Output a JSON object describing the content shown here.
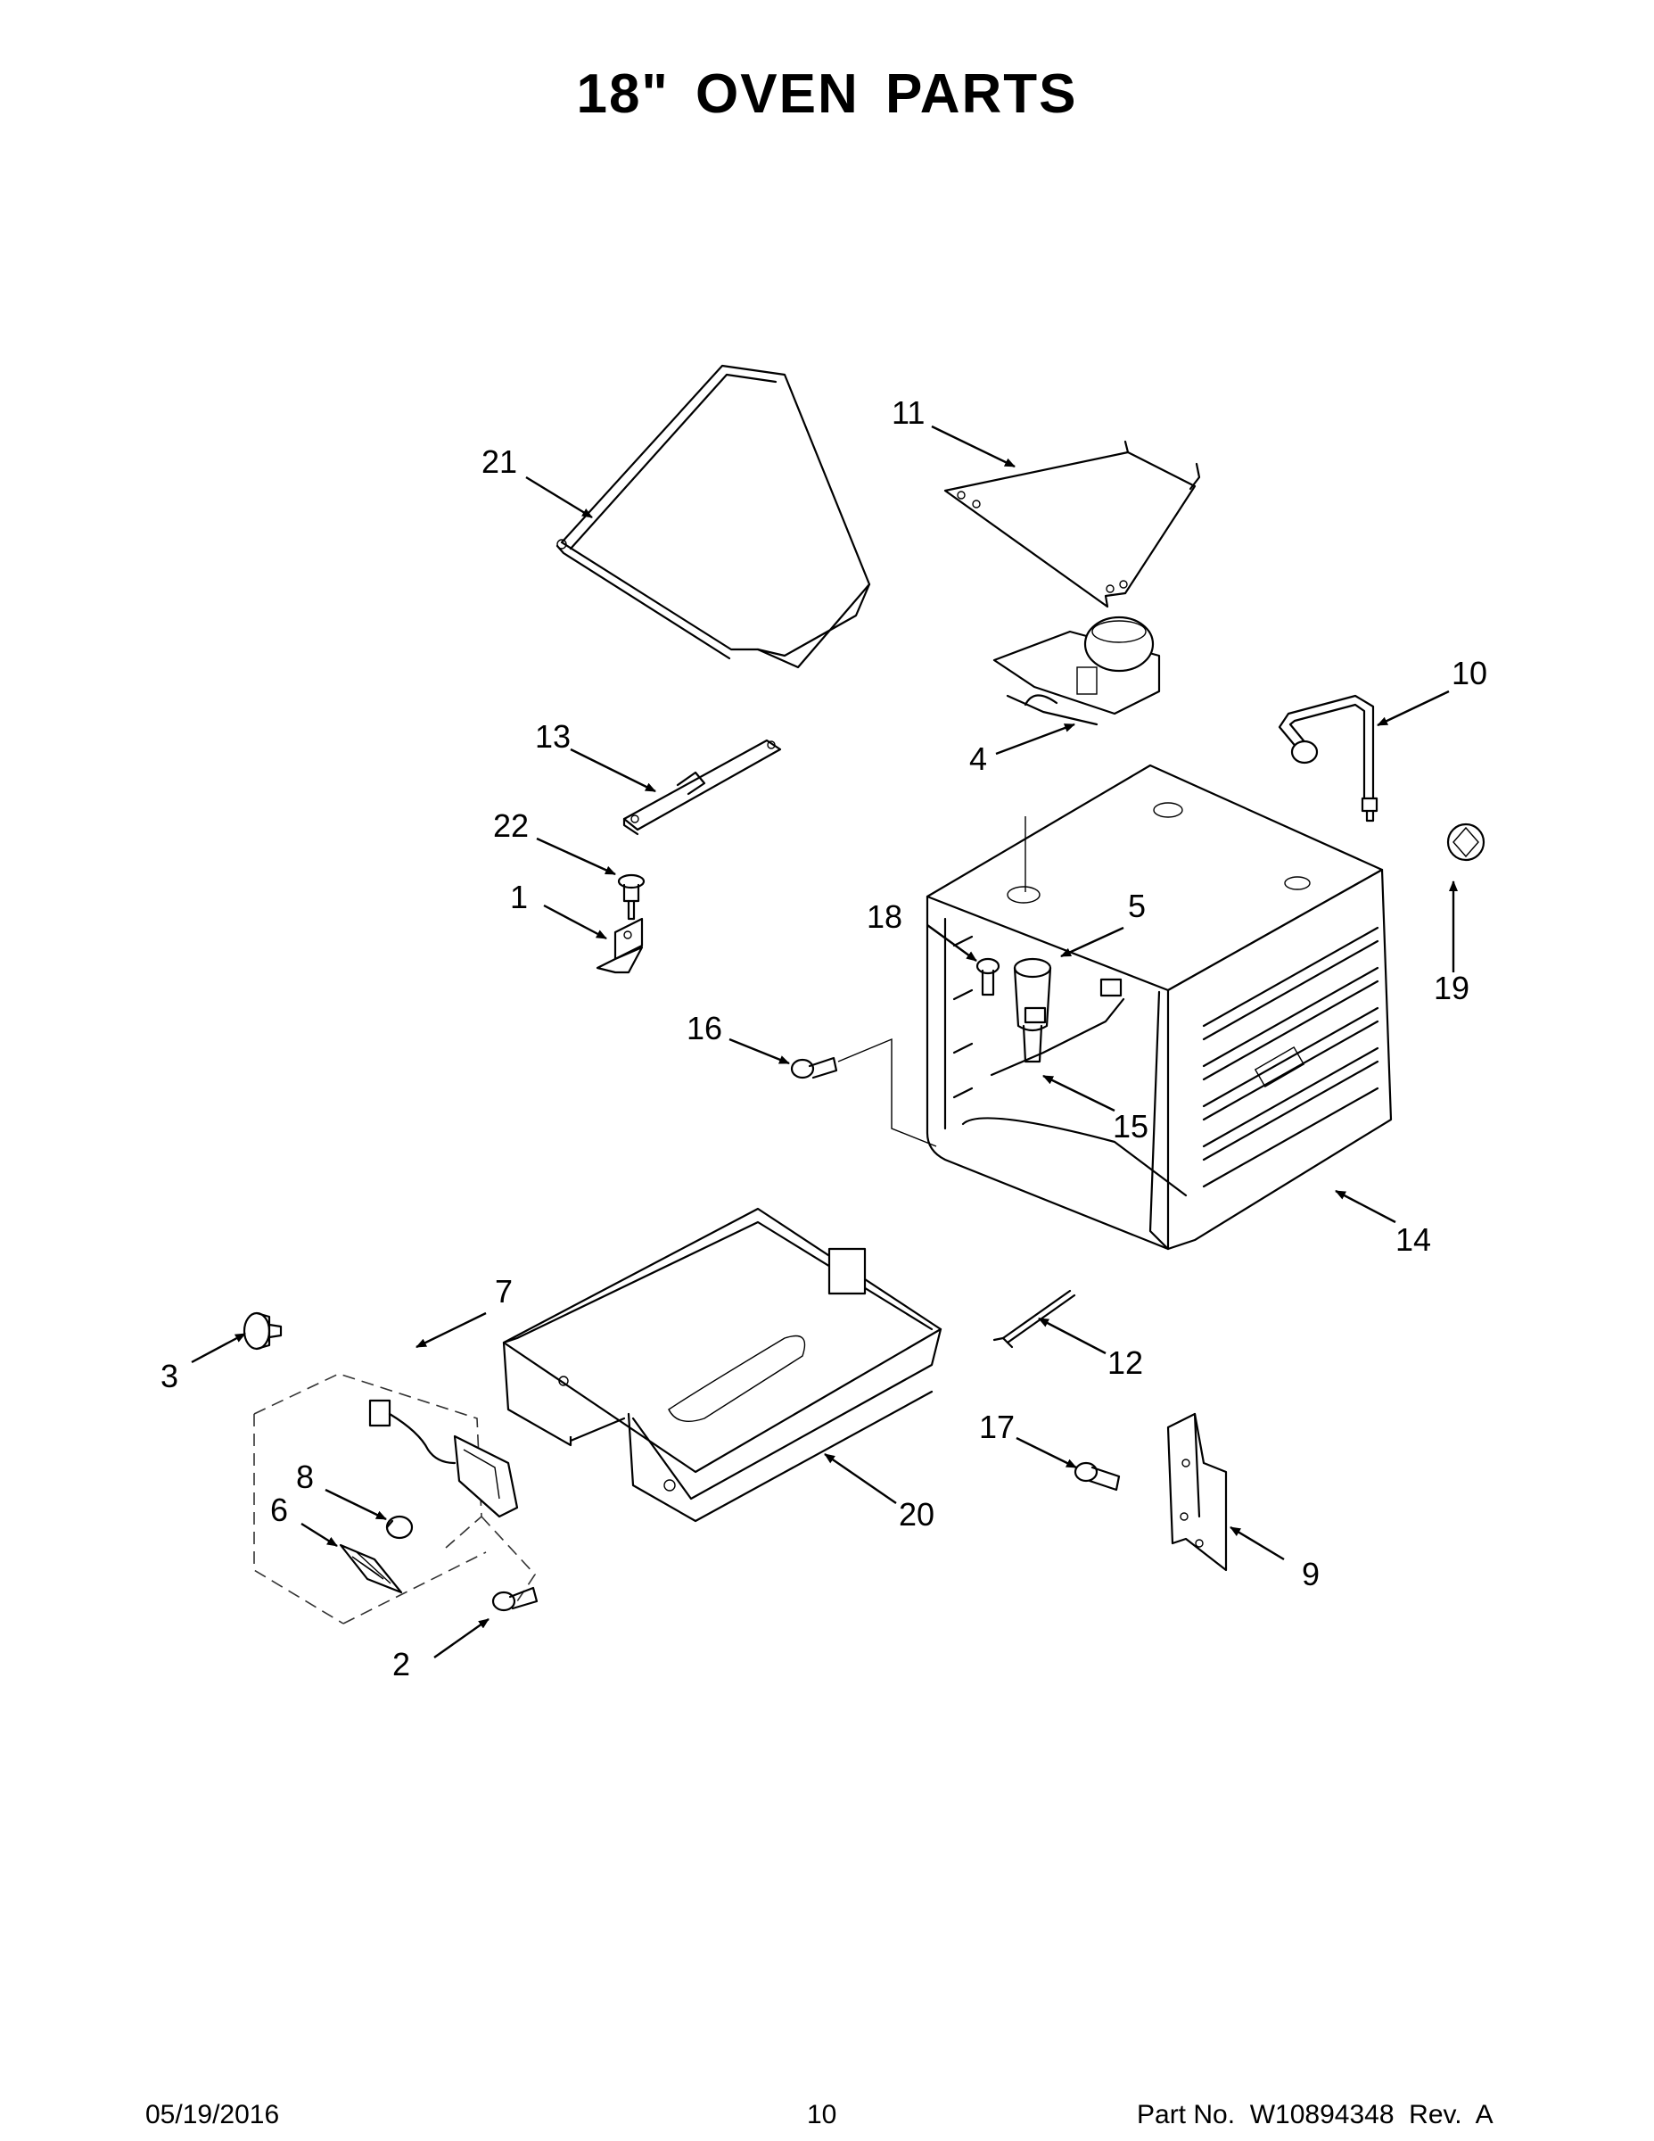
{
  "title": "18\" OVEN PARTS",
  "callouts": [
    "1",
    "2",
    "3",
    "4",
    "5",
    "6",
    "7",
    "8",
    "9",
    "10",
    "11",
    "12",
    "13",
    "14",
    "15",
    "16",
    "17",
    "18",
    "19",
    "20",
    "21",
    "22"
  ],
  "footer": {
    "date": "05/19/2016",
    "page": "10",
    "part_no": "Part No.  W10894348  Rev.  A"
  }
}
